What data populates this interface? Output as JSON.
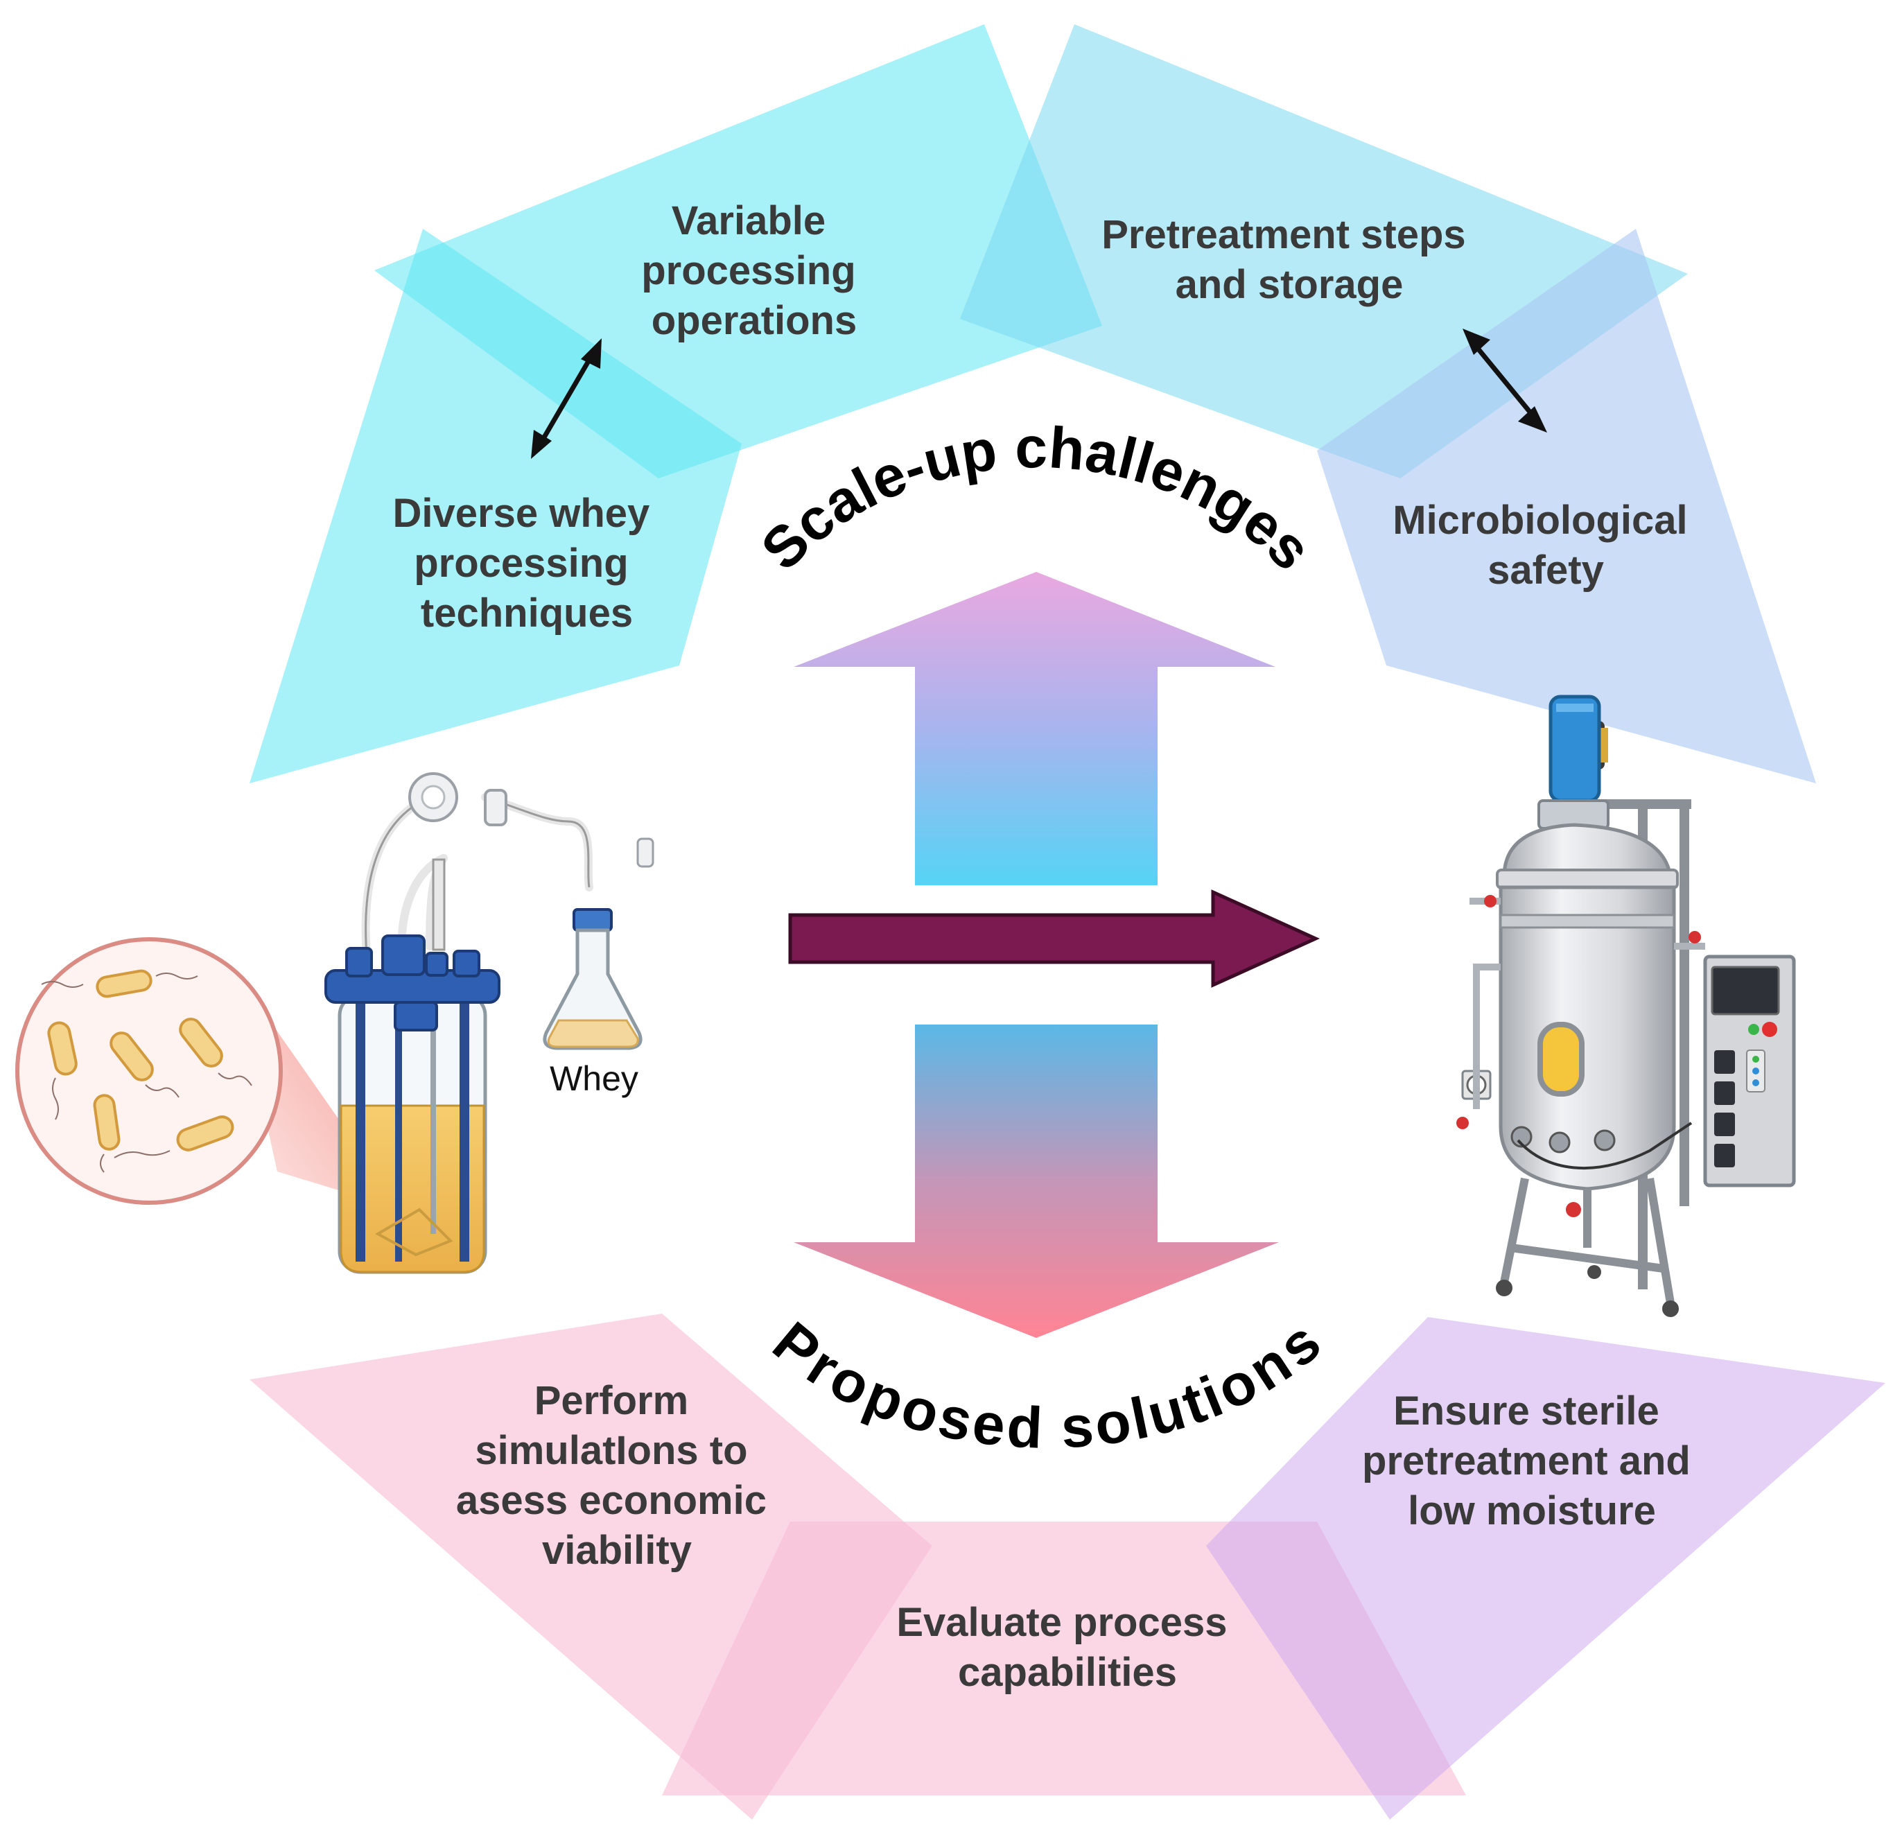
{
  "challenges": {
    "title": "Scale-up challenges",
    "items": [
      {
        "lines": [
          "Variable",
          "processing",
          "operations"
        ]
      },
      {
        "lines": [
          "Pretreatment steps",
          "and storage"
        ]
      },
      {
        "lines": [
          "Diverse whey",
          "processing",
          "techniques"
        ]
      },
      {
        "lines": [
          "Microbiological",
          "safety"
        ]
      }
    ]
  },
  "solutions": {
    "title": "Proposed solutions",
    "items": [
      {
        "lines": [
          "Perform",
          "simulatIons to",
          "asess economic",
          "viability"
        ]
      },
      {
        "lines": [
          "Evaluate process",
          "capabilities"
        ]
      },
      {
        "lines": [
          "Ensure sterile",
          "pretreatment and",
          "low moisture"
        ]
      }
    ]
  },
  "lab_setup": {
    "flask_label": "Whey"
  },
  "colors": {
    "challenge_cyan": "#5fe6f2",
    "challenge_blue": "#a9c6f2",
    "solution_pink": "#f8bcd6",
    "solution_purple": "#cfa9ee",
    "main_arrow": "#7a1a50"
  }
}
